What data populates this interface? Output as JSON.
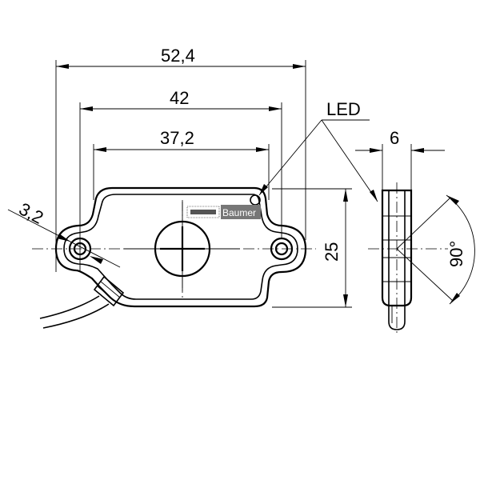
{
  "diagram": {
    "dimensions": {
      "overall_width": "52,4",
      "hole_spacing": "42",
      "body_width": "37,2",
      "height": "25",
      "hole_diameter": "3,2",
      "thickness": "6",
      "angle": "90°"
    },
    "callout": {
      "led_label": "LED"
    },
    "logo": {
      "brand_text": "Baumer"
    }
  }
}
